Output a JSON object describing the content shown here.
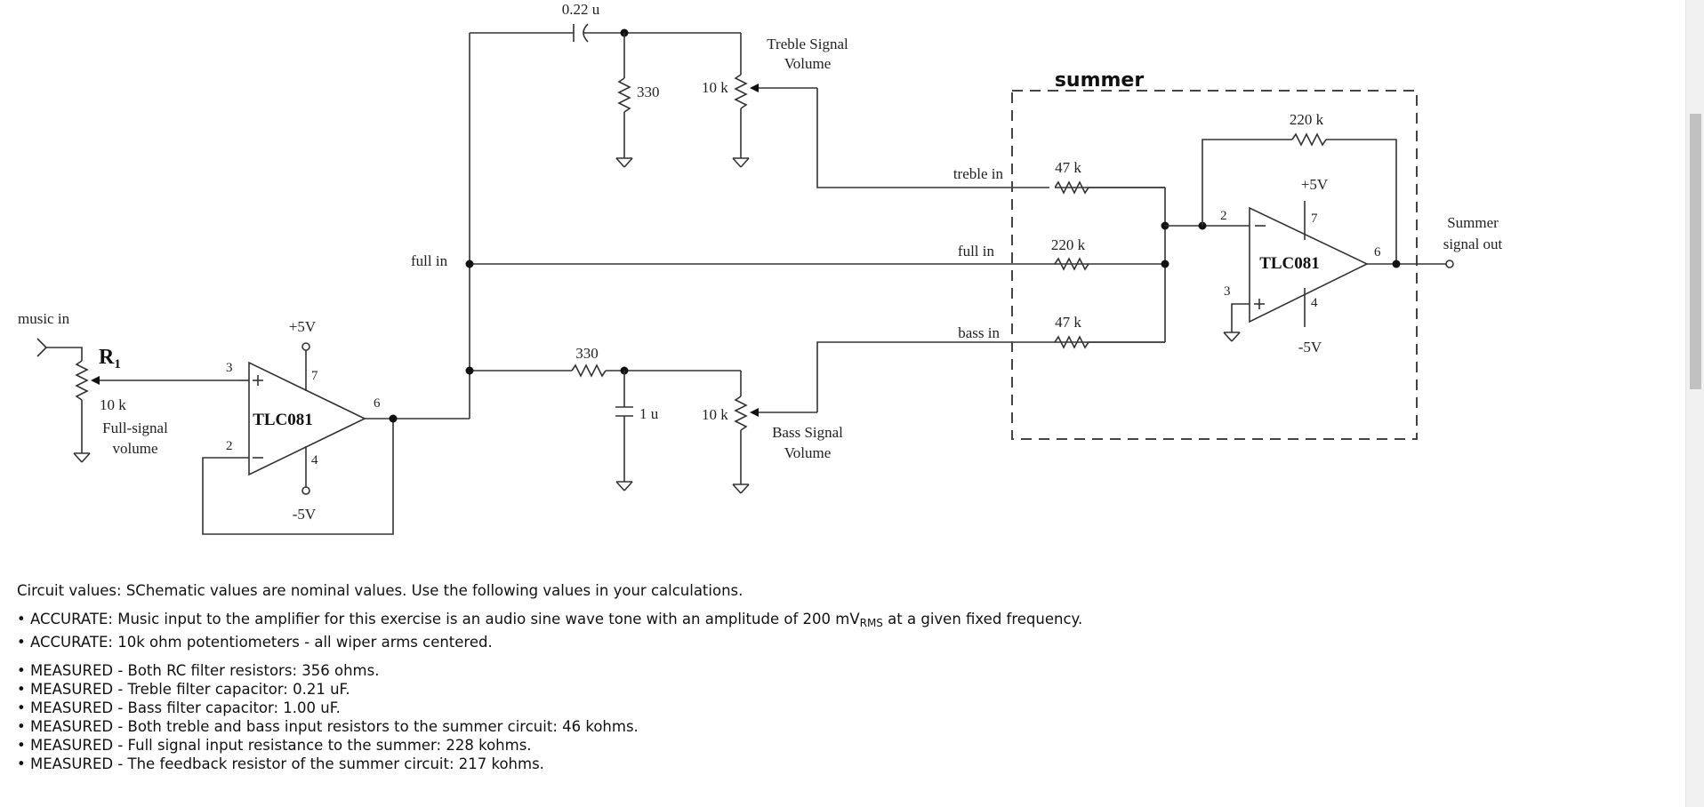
{
  "schematic": {
    "labels": {
      "music_in": "music in",
      "r1": "R",
      "r1_sub": "1",
      "pot1_value": "10 k",
      "pot1_desc_1": "Full-signal",
      "pot1_desc_2": "volume",
      "op1_name": "TLC081",
      "op1_vplus": "+5V",
      "op1_vminus": "-5V",
      "op1_pin3": "3",
      "op1_pin2": "2",
      "op1_pin7": "7",
      "op1_pin4": "4",
      "op1_pin6": "6",
      "full_in_left": "full in",
      "cap_treble": "0.22 u",
      "res_treble": "330",
      "pot_treble_value": "10 k",
      "treble_vol_1": "Treble Signal",
      "treble_vol_2": "Volume",
      "res_bass": "330",
      "cap_bass": "1 u",
      "pot_bass_value": "10 k",
      "bass_vol_1": "Bass Signal",
      "bass_vol_2": "Volume",
      "summer_title": "summer",
      "treble_in": "treble in",
      "full_in": "full in",
      "bass_in": "bass in",
      "r_treble_in": "47 k",
      "r_full_in": "220 k",
      "r_bass_in": "47 k",
      "r_feedback": "220 k",
      "op2_name": "TLC081",
      "op2_vplus": "+5V",
      "op2_vminus": "-5V",
      "op2_pin2": "2",
      "op2_pin3": "3",
      "op2_pin7": "7",
      "op2_pin4": "4",
      "op2_pin6": "6",
      "summer_out_1": "Summer",
      "summer_out_2": "signal out"
    }
  },
  "notes": {
    "intro": "Circuit values: SChematic values are nominal values. Use the following values in your calculations.",
    "accurate": [
      {
        "pre": "ACCURATE: Music input to the amplifier for this exercise is an audio sine wave tone with an amplitude of 200 mV",
        "sub": "RMS",
        "post": " at a given fixed frequency."
      },
      {
        "pre": "ACCURATE: 10k ohm potentiometers - all wiper arms centered.",
        "sub": "",
        "post": ""
      }
    ],
    "measured": [
      "MEASURED - Both RC filter resistors: 356 ohms.",
      "MEASURED - Treble filter capacitor: 0.21 uF.",
      "MEASURED - Bass filter capacitor: 1.00 uF.",
      "MEASURED - Both treble and bass input resistors to the summer circuit: 46 kohms.",
      "MEASURED - Full signal input resistance to the summer: 228 kohms.",
      "MEASURED - The feedback resistor of the summer circuit: 217 kohms."
    ]
  }
}
